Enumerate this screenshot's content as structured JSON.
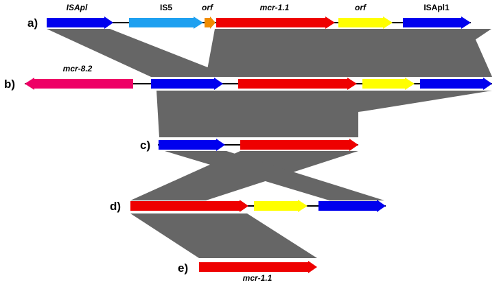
{
  "panels": {
    "a": "a)",
    "b": "b)",
    "c": "c)",
    "d": "d)",
    "e": "e)"
  },
  "labels": {
    "a_isapl_left": "ISApl",
    "a_is5": "IS5",
    "a_orf1": "orf",
    "a_mcr": "mcr-1.1",
    "a_orf2": "orf",
    "a_isapl1": "ISApl1",
    "b_mcr82": "mcr-8.2",
    "e_mcr": "mcr-1.1"
  },
  "colors": {
    "isapl": "#0000ee",
    "is5": "#1ea0f0",
    "orf_small": "#f08c00",
    "mcr": "#ee0000",
    "orf": "#ffff00",
    "mcr82": "#ee0066",
    "homology": "#666666",
    "backbone": "#000000"
  }
}
